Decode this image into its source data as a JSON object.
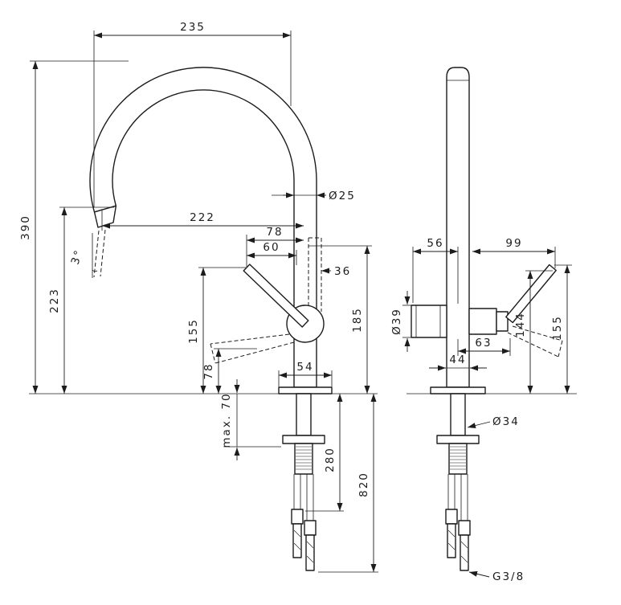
{
  "page": {
    "background": "#ffffff",
    "line_color": "#1c1c1c",
    "description_kind": "technical dimension drawing, kitchen faucet, front and side views"
  },
  "dims": {
    "reach_235": "235",
    "height_390": "390",
    "height_223": "223",
    "angle_3": "3°",
    "dia_25": "Ø25",
    "reach_222": "222",
    "width_78": "78",
    "width_60": "60",
    "width_36": "36",
    "height_155_front": "155",
    "height_78": "78",
    "height_185": "185",
    "width_54": "54",
    "max_depth_70": "max. 70",
    "length_280": "280",
    "length_820": "820",
    "width_56": "56",
    "width_99": "99",
    "dia_39": "Ø39",
    "width_63": "63",
    "height_144": "144",
    "height_155_side": "155",
    "width_44": "44",
    "dia_34": "Ø34",
    "thread": "G3/8"
  }
}
